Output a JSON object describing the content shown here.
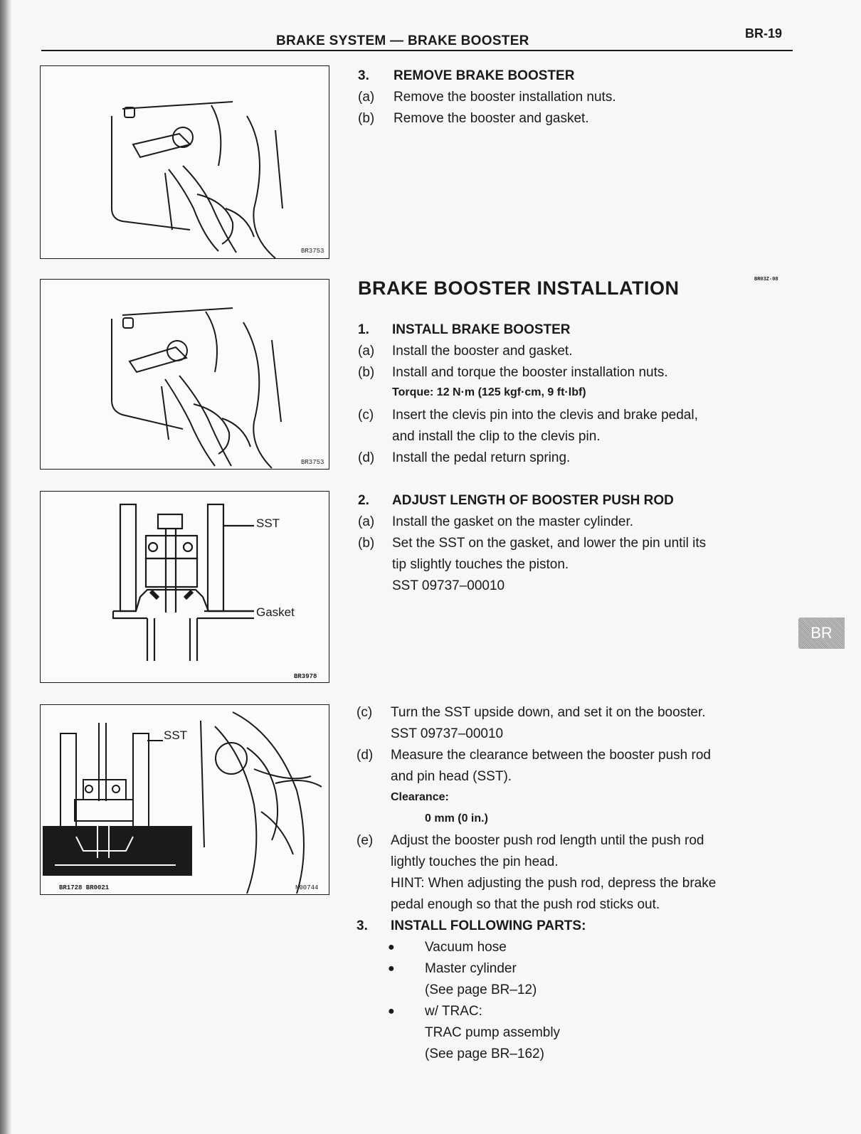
{
  "header": {
    "title": "BRAKE SYSTEM — BRAKE BOOSTER",
    "page": "BR-19"
  },
  "figures": [
    {
      "code": "BR3753"
    },
    {
      "code": "BR3753"
    },
    {
      "code": "BR3978",
      "labels": [
        "SST",
        "Gasket"
      ]
    },
    {
      "code_left": "BR1728 BR0021",
      "code_right": "N00744",
      "label": "SST"
    }
  ],
  "removal": {
    "step_num": "3.",
    "step_title": "REMOVE BRAKE BOOSTER",
    "items": [
      {
        "letter": "(a)",
        "text": "Remove the booster installation nuts."
      },
      {
        "letter": "(b)",
        "text": "Remove the booster and gasket."
      }
    ]
  },
  "installation": {
    "heading": "BRAKE BOOSTER INSTALLATION",
    "doc_id": "BR03Z-08",
    "step1": {
      "num": "1.",
      "title": "INSTALL BRAKE BOOSTER",
      "a": {
        "letter": "(a)",
        "text": "Install the booster and gasket."
      },
      "b": {
        "letter": "(b)",
        "text": "Install and torque the booster installation nuts.",
        "torque": "Torque: 12 N·m (125 kgf·cm, 9 ft·lbf)"
      },
      "c": {
        "letter": "(c)",
        "line1": "Insert the clevis pin into the clevis and brake pedal,",
        "line2": "and install the clip to the clevis pin."
      },
      "d": {
        "letter": "(d)",
        "text": "Install the pedal return spring."
      }
    },
    "step2": {
      "num": "2.",
      "title": "ADJUST LENGTH OF BOOSTER PUSH ROD",
      "a": {
        "letter": "(a)",
        "text": "Install the gasket on the master cylinder."
      },
      "b": {
        "letter": "(b)",
        "line1": "Set the SST on the gasket, and lower the pin until its",
        "line2": "tip slightly touches the piston.",
        "sst": "SST 09737–00010"
      },
      "c": {
        "letter": "(c)",
        "line1": "Turn the SST upside down, and set it on the booster.",
        "sst": "SST 09737–00010"
      },
      "d": {
        "letter": "(d)",
        "line1": "Measure the clearance between the booster push rod",
        "line2": "and pin head (SST).",
        "clearance_label": "Clearance:",
        "clearance_value": "0 mm (0 in.)"
      },
      "e": {
        "letter": "(e)",
        "line1": "Adjust the booster push rod length until the push rod",
        "line2": "lightly touches the pin head.",
        "hint1": "HINT: When adjusting the push rod, depress the brake",
        "hint2": "pedal enough so that the push rod sticks out."
      }
    },
    "step3": {
      "num": "3.",
      "title": "INSTALL FOLLOWING PARTS:",
      "bullets": [
        {
          "mark": "●",
          "lines": [
            "Vacuum hose"
          ]
        },
        {
          "mark": "●",
          "lines": [
            "Master cylinder",
            "(See page BR–12)"
          ]
        },
        {
          "mark": "●",
          "lines": [
            "w/ TRAC:",
            "TRAC pump assembly",
            "(See page BR–162)"
          ]
        }
      ]
    }
  },
  "side_tab": "BR"
}
